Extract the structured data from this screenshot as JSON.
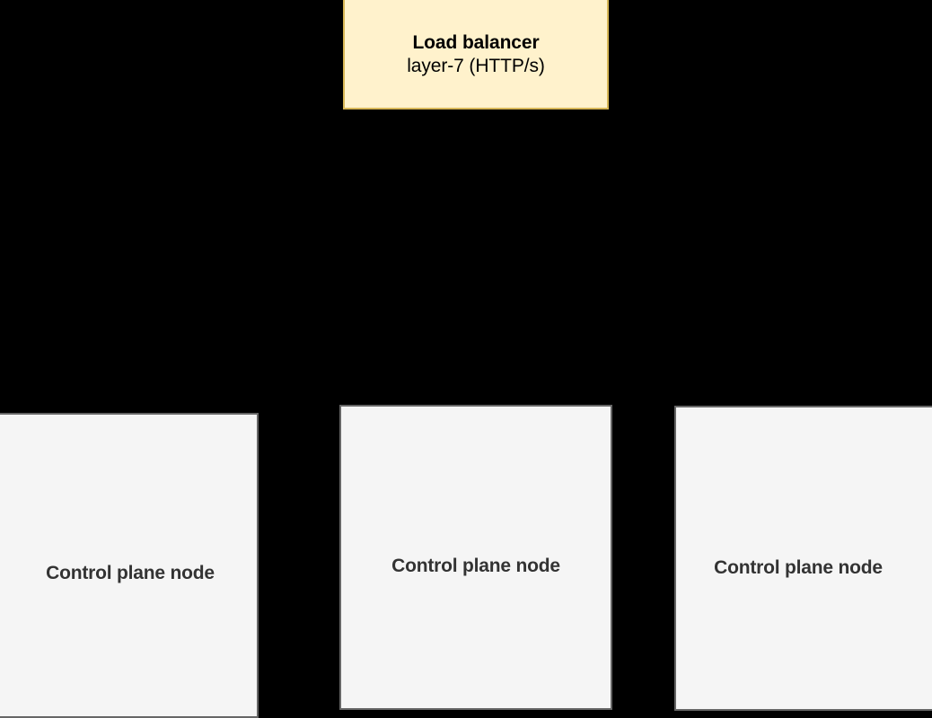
{
  "diagram": {
    "background_color": "#000000",
    "nodes": {
      "load_balancer": {
        "title": "Load balancer",
        "subtitle": "layer-7 (HTTP/s)",
        "fill_color": "#fff2cc",
        "border_color": "#d6b656",
        "text_color": "#000000"
      },
      "control_planes": [
        {
          "label": "Control plane node",
          "fill_color": "#f5f5f5",
          "border_color": "#666666",
          "text_color": "#333333"
        },
        {
          "label": "Control plane node",
          "fill_color": "#f5f5f5",
          "border_color": "#666666",
          "text_color": "#333333"
        },
        {
          "label": "Control plane node",
          "fill_color": "#f5f5f5",
          "border_color": "#666666",
          "text_color": "#333333"
        }
      ]
    }
  }
}
